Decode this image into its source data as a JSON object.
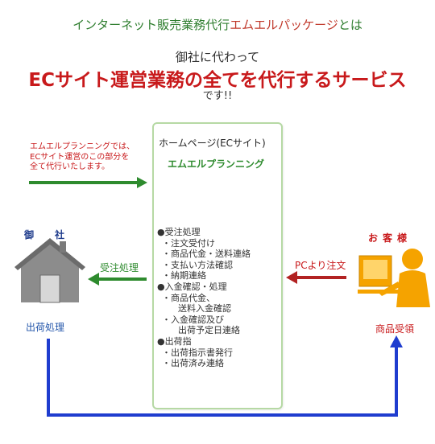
{
  "header": {
    "line1_prefix": "インターネット販売業務代行",
    "line1_accent": "エムエルパッケージ",
    "line1_suffix": "とは",
    "line2": "御社に代わって",
    "main_title": "ECサイト運営業務の全てを代行するサービス",
    "line4": "です!!"
  },
  "left_note": [
    "エムエルプランニングでは、",
    "ECサイト運営のこの部分を",
    "全て代行いたします。"
  ],
  "center": {
    "title": "ホームページ(ECサイト)",
    "subtitle": "エムエルプランニング",
    "sections": [
      {
        "heading": "●受注処理",
        "items": [
          "・注文受付け",
          "・商品代金・送料連絡",
          "・支払い方法確認",
          "・納期連絡"
        ]
      },
      {
        "heading": "●入金確認・処理",
        "items": [
          "・商品代金、",
          "送料入金確認",
          "・入金確認及び",
          "出荷予定日連絡"
        ]
      },
      {
        "heading": "●出荷指",
        "items": [
          "・出荷指示書発行",
          "・出荷済み連絡"
        ]
      }
    ]
  },
  "left_actor": {
    "label": "御社",
    "caption": "出荷処理"
  },
  "right_actor": {
    "label": "お客様",
    "caption": "商品受領"
  },
  "arrows": {
    "left": "受注処理",
    "right": "PCより注文"
  },
  "colors": {
    "green": "#2e8b2e",
    "red": "#c8191b",
    "blue": "#1f3dcf",
    "box_border": "#b6d9a4",
    "house_gray": "#8a8a8a",
    "person_orange": "#f5a300"
  }
}
